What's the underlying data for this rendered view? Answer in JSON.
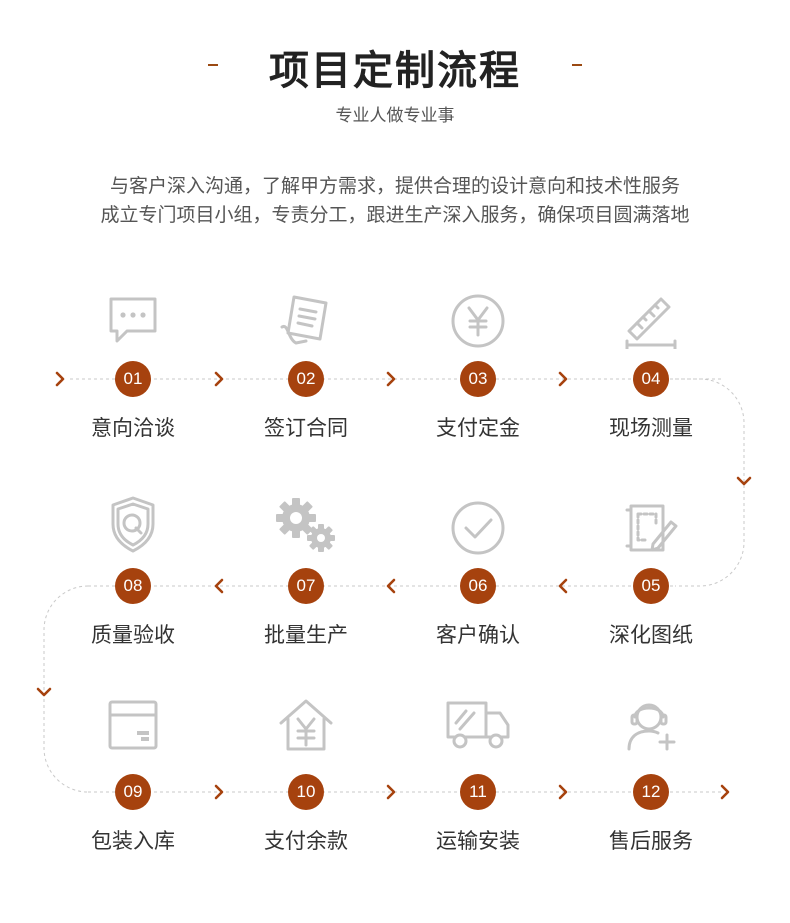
{
  "header": {
    "title": "项目定制流程",
    "subtitle": "专业人做专业事"
  },
  "intro": {
    "line1": "与客户深入沟通，了解甲方需求，提供合理的设计意向和技术性服务",
    "line2": "成立专门项目小组，专责分工，跟进生产深入服务，确保项目圆满落地"
  },
  "colors": {
    "accent": "#a6420e",
    "icon_gray": "#c4c4c4",
    "text": "#333333"
  },
  "steps": [
    {
      "number": "01",
      "label": "意向洽谈",
      "icon": "chat-bubble-icon"
    },
    {
      "number": "02",
      "label": "签订合同",
      "icon": "contract-pen-icon"
    },
    {
      "number": "03",
      "label": "支付定金",
      "icon": "yen-coin-icon"
    },
    {
      "number": "04",
      "label": "现场测量",
      "icon": "ruler-icon"
    },
    {
      "number": "05",
      "label": "深化图纸",
      "icon": "drawing-pencil-icon"
    },
    {
      "number": "06",
      "label": "客户确认",
      "icon": "check-circle-icon"
    },
    {
      "number": "07",
      "label": "批量生产",
      "icon": "gears-icon"
    },
    {
      "number": "08",
      "label": "质量验收",
      "icon": "quality-shield-icon"
    },
    {
      "number": "09",
      "label": "包装入库",
      "icon": "package-box-icon"
    },
    {
      "number": "10",
      "label": "支付余款",
      "icon": "house-yen-icon"
    },
    {
      "number": "11",
      "label": "运输安装",
      "icon": "delivery-truck-icon"
    },
    {
      "number": "12",
      "label": "售后服务",
      "icon": "customer-service-icon"
    }
  ]
}
